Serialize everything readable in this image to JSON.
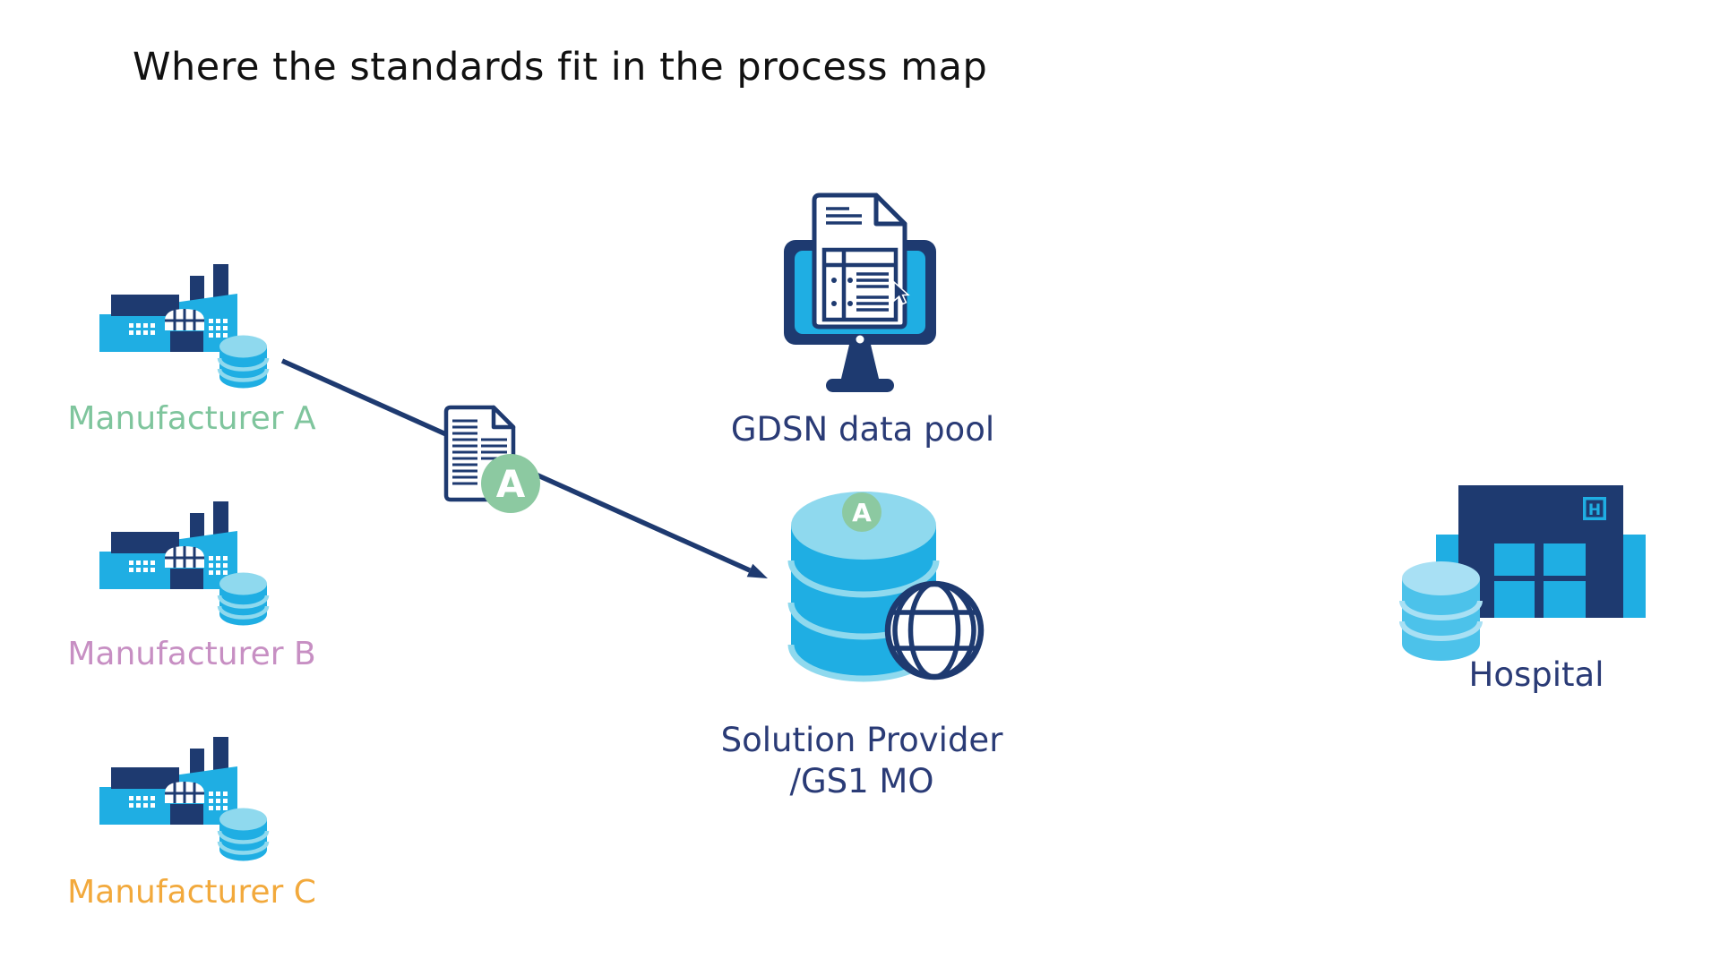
{
  "title": "Where the standards fit in the process map",
  "manufacturers": [
    {
      "id": "manufacturer-a",
      "label": "Manufacturer A",
      "label_color": "#7FC59D"
    },
    {
      "id": "manufacturer-b",
      "label": "Manufacturer B",
      "label_color": "#C78FC3"
    },
    {
      "id": "manufacturer-c",
      "label": "Manufacturer C",
      "label_color": "#F2A93C"
    }
  ],
  "document_message": {
    "badge": "A"
  },
  "gdsn_data_pool": {
    "label": "GDSN data pool"
  },
  "solution_provider": {
    "label_line1": "Solution Provider",
    "label_line2": "/GS1 MO",
    "badge": "A"
  },
  "hospital": {
    "label": "Hospital",
    "sign_letter": "H"
  },
  "colors": {
    "icon_cyan": "#1FAEE3",
    "icon_navy": "#1E3A70",
    "label_navy": "#2A3B76",
    "cyl_light": "#8FD9EE",
    "hosp_cyl": "#4CC2EA",
    "hosp_cyl_light": "#A8E0F4",
    "badge_green": "#8CC9A1",
    "arrow_navy": "#1E3A70",
    "title_color": "#111111"
  }
}
